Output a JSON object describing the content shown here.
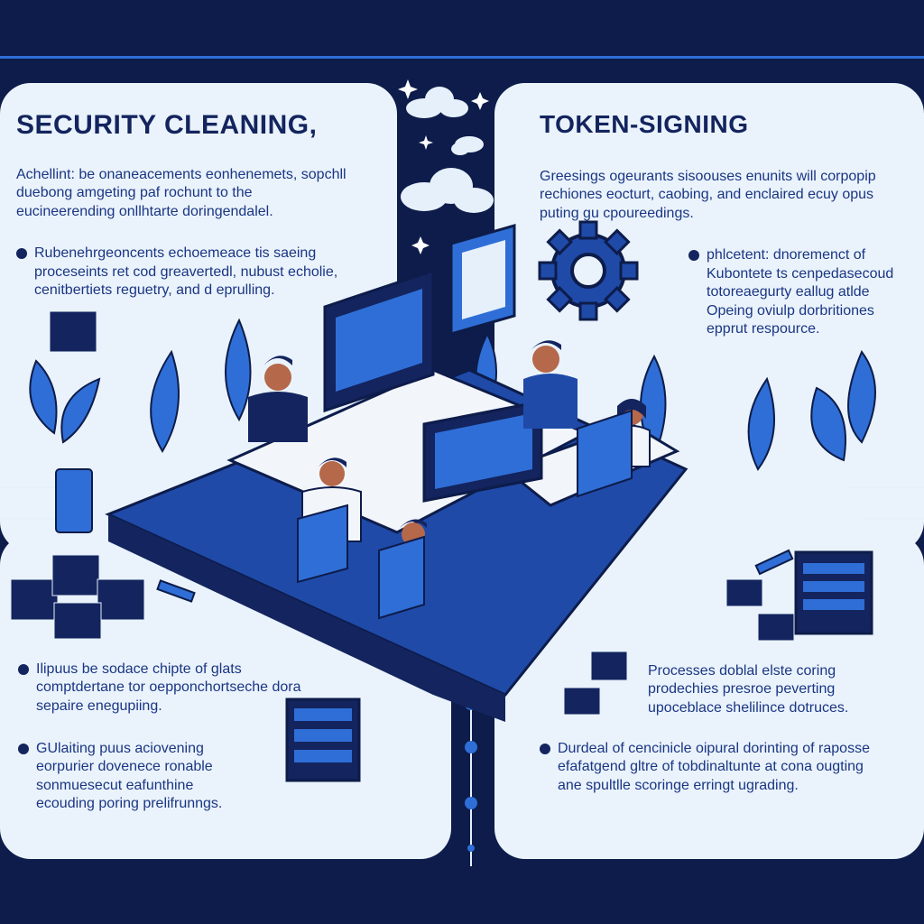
{
  "top_left": {
    "title": "SECURITY CLEANING,",
    "intro": "Achellint: be onaneacements eonhenemets, sopchll duebong amgeting paf rochunt to the eucineerending onllhtarte doringendalel.",
    "bullet": "Rubenehrgeoncents echoemeace tis saeing proceseints ret cod greavertedl, nubust echolie, cenitbertiets reguetry, and d eprulling."
  },
  "top_right": {
    "title": "TOKEN-SIGNING",
    "intro": "Greesings ogeurants sisoouses enunits will corpopip rechiones eocturt, caobing, and enclaired ecuy opus puting gu cpoureedings.",
    "bullet": "phlcetent: dnoremenct of Kubontete ts cenpedasecoud totoreaegurty eallug atlde Opeing oviulp dorbritiones epprut respource."
  },
  "bottom_left": {
    "bullet1": "Ilipuus be sodace chipte of glats comptdertane tor oepponchortseche dora sepaire enegupiing.",
    "bullet2": "GUlaiting puus aciovening eorpurier dovenece ronable sonmuesecut eafunthine ecouding poring prelifrunngs."
  },
  "bottom_right": {
    "para": "Processes doblal elste coring prodechies presroe peverting upoceblace shelilince dotruces.",
    "bullet": "Durdeal of cencinicle oipural dorinting of raposse efafatgend gltre of tobdinaltunte at cona ougting ane spultlle scoringe erringt ugrading."
  },
  "colors": {
    "navy": "#0d1c4a",
    "panel": "#eaf3fb",
    "accent": "#2f6ed6",
    "text": "#13245e"
  }
}
